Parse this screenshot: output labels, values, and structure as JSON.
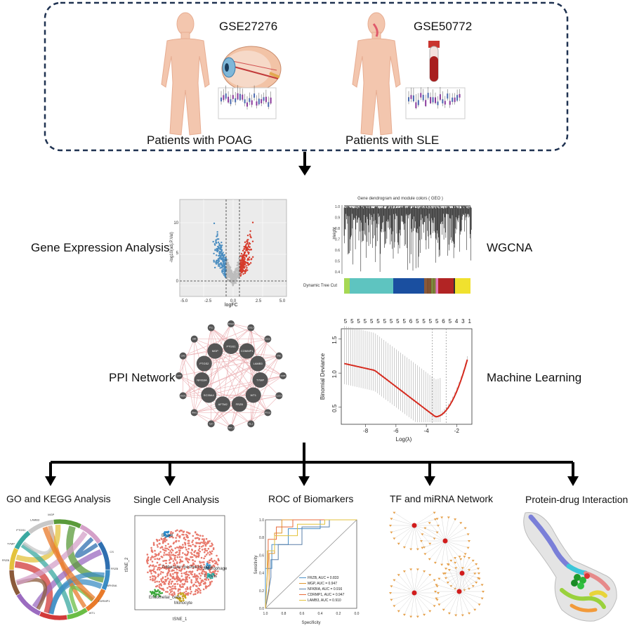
{
  "datasets": [
    {
      "id": "GSE27276",
      "caption": "Patients with POAG"
    },
    {
      "id": "GSE50772",
      "caption": "Patients with SLE"
    }
  ],
  "analyses": {
    "gene_expression": "Gene Expression Analysis",
    "wgcna": "WGCNA",
    "ppi": "PPI Network",
    "ml": "Machine Learning"
  },
  "bottom_steps": [
    "GO and KEGG Analysis",
    "Single Cell Analysis",
    "ROC of Biomarkers",
    "TF and miRNA Network",
    "Protein-drug Interaction"
  ],
  "volcano": {
    "ylabel": "-log10(adj.P.Val)",
    "xlabel": "logFC",
    "xticks": [
      "-5.0",
      "-2.5",
      "0.0",
      "2.5",
      "5.0"
    ],
    "yticks": [
      "0",
      "5",
      "10"
    ]
  },
  "dendrogram": {
    "title": "Gene dendrogram and module colors ( GEO )",
    "ylabel": "Height",
    "yticks": [
      "1.0",
      "0.9",
      "0.8",
      "0.7",
      "0.6",
      "0.5",
      "0.4"
    ],
    "module_row_label": "Dynamic Tree Cut"
  },
  "lasso": {
    "top_counts": [
      "5",
      "5",
      "5",
      "5",
      "5",
      "5",
      "5",
      "5",
      "5",
      "5",
      "6",
      "5",
      "5",
      "5",
      "5",
      "6",
      "5",
      "4",
      "3",
      "1"
    ],
    "ylabel": "Binomial Deviance",
    "xlabel": "Log(λ)",
    "xticks": [
      "-8",
      "-6",
      "-4",
      "-2"
    ],
    "yticks": [
      "0.5",
      "1.0",
      "1.5"
    ]
  },
  "ppi_nodes": {
    "inner": [
      "PTGS1",
      "COMMP1",
      "LAMB3",
      "TYMP",
      "WT1",
      "FRZB",
      "AFTM2",
      "SC35A4",
      "NFKBIA",
      "PTGS2",
      "MGP"
    ],
    "outer": [
      "FCG2A",
      "CXCL8",
      "CD101",
      "ATM1",
      "CCR5",
      "CLOCK",
      "PTGS3",
      "RE_5",
      "RET_1",
      "TLR7",
      "IFNA1",
      "ANXA1",
      "CAST",
      "CD42",
      "SRR",
      "FTL1"
    ]
  },
  "chord_labels": [
    "FRZB",
    "TYMP",
    "PTGS1",
    "LAMB3",
    "MGP",
    "CS",
    "FRZB",
    "NFKBIA",
    "CDRMP1",
    "WT1"
  ],
  "tsne": {
    "xlabel": "tSNE_1",
    "ylabel": "tSNE_2",
    "clusters": [
      "B_cell",
      "Trabecular meshwork_cells",
      "Macrophage",
      "T_cells",
      "Endothelial_cells",
      "Monocyte"
    ]
  },
  "roc": {
    "xlabel": "Specificity",
    "ylabel": "Sensitivity",
    "legend": [
      {
        "text": "FRZB, AUC = 0.833",
        "color": "#4a90c8"
      },
      {
        "text": "MGP, AUC = 0.947",
        "color": "#e0962d"
      },
      {
        "text": "NFKBIA, AUC = 0.916",
        "color": "#5a7fa8"
      },
      {
        "text": "CDRMP1, AUC = 0.947",
        "color": "#e86a3a"
      },
      {
        "text": "LAMB3, AUC = 0.910",
        "color": "#e3c23d"
      }
    ],
    "xticks": [
      "1.0",
      "0.8",
      "0.6",
      "0.4",
      "0.2",
      "0.0"
    ],
    "yticks": [
      "0.0",
      "0.2",
      "0.4",
      "0.6",
      "0.8",
      "1.0"
    ]
  },
  "colors": {
    "border": "#1f3251",
    "skin": "#f3c6ae",
    "red": "#d62b1f",
    "volcano_blue": "#4a8dc0",
    "volcano_red": "#d63a2a"
  }
}
